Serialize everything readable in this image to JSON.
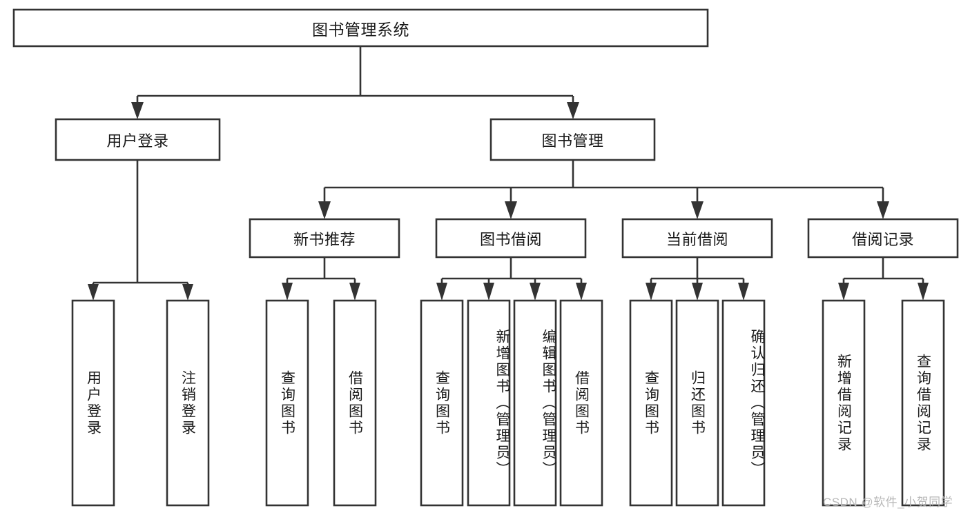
{
  "diagram": {
    "type": "tree-hierarchy-diagram",
    "title": "图书管理系统",
    "watermark": "CSDN @软件_小贺同学",
    "colors": {
      "stroke": "#333333",
      "box_fill": "#ffffff",
      "background": "#ffffff",
      "text": "#1a1a1a",
      "watermark": "#b8b8b8"
    },
    "levels": {
      "level0": [
        {
          "id": "root",
          "label": "图书管理系统",
          "orientation": "horizontal"
        }
      ],
      "level1": [
        {
          "id": "user-login",
          "label": "用户登录",
          "orientation": "horizontal"
        },
        {
          "id": "book-manage",
          "label": "图书管理",
          "orientation": "horizontal"
        }
      ],
      "level2": [
        {
          "id": "new-book-rec",
          "label": "新书推荐",
          "orientation": "horizontal"
        },
        {
          "id": "book-borrow",
          "label": "图书借阅",
          "orientation": "horizontal"
        },
        {
          "id": "current-borrow",
          "label": "当前借阅",
          "orientation": "horizontal"
        },
        {
          "id": "borrow-record",
          "label": "借阅记录",
          "orientation": "horizontal"
        }
      ],
      "level3": [
        {
          "id": "leaf-user-login",
          "label": "用户登录",
          "orientation": "vertical",
          "parent": "user-login"
        },
        {
          "id": "leaf-logout",
          "label": "注销登录",
          "orientation": "vertical",
          "parent": "user-login"
        },
        {
          "id": "leaf-query-book-1",
          "label": "查询图书",
          "orientation": "vertical",
          "parent": "new-book-rec"
        },
        {
          "id": "leaf-borrow-book-1",
          "label": "借阅图书",
          "orientation": "vertical",
          "parent": "new-book-rec"
        },
        {
          "id": "leaf-query-book-2",
          "label": "查询图书",
          "orientation": "vertical",
          "parent": "book-borrow"
        },
        {
          "id": "leaf-add-book",
          "label": "新增图书（管理员）",
          "orientation": "vertical",
          "parent": "book-borrow"
        },
        {
          "id": "leaf-edit-book",
          "label": "编辑图书（管理员）",
          "orientation": "vertical",
          "parent": "book-borrow"
        },
        {
          "id": "leaf-borrow-book-2",
          "label": "借阅图书",
          "orientation": "vertical",
          "parent": "book-borrow"
        },
        {
          "id": "leaf-query-book-3",
          "label": "查询图书",
          "orientation": "vertical",
          "parent": "current-borrow"
        },
        {
          "id": "leaf-return-book",
          "label": "归还图书",
          "orientation": "vertical",
          "parent": "current-borrow"
        },
        {
          "id": "leaf-confirm-return",
          "label": "确认归还（管理员）",
          "orientation": "vertical",
          "parent": "current-borrow"
        },
        {
          "id": "leaf-add-record",
          "label": "新增借阅记录",
          "orientation": "vertical",
          "parent": "borrow-record"
        },
        {
          "id": "leaf-query-record",
          "label": "查询借阅记录",
          "orientation": "vertical",
          "parent": "borrow-record"
        }
      ]
    }
  }
}
